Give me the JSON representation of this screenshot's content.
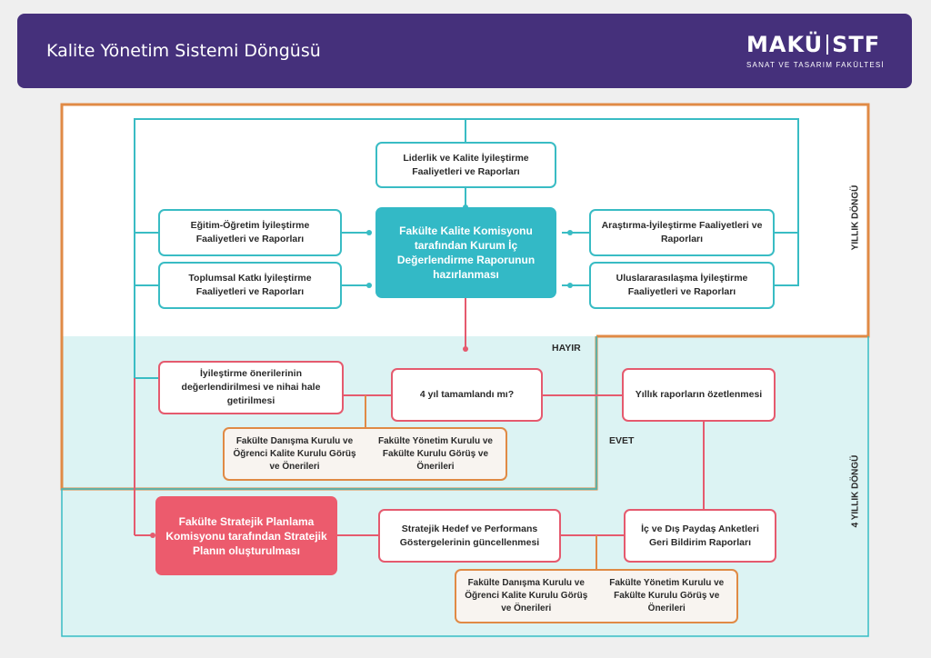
{
  "header": {
    "title": "Kalite Yönetim Sistemi Döngüsü",
    "logo_main_left": "MAKÜ",
    "logo_main_right": "STF",
    "logo_sub": "SANAT VE TASARIM FAKÜLTESİ"
  },
  "diagram": {
    "liderlik": "Liderlik ve Kalite İyileştirme Faaliyetleri ve Raporları",
    "egitim": "Eğitim-Öğretim İyileştirme Faaliyetleri ve Raporları",
    "toplumsal": "Toplumsal Katkı İyileştirme Faaliyetleri ve Raporları",
    "komisyon": "Fakülte Kalite Komisyonu tarafından Kurum İç Değerlendirme Raporunun hazırlanması",
    "arastirma": "Araştırma-İyileştirme Faaliyetleri ve Raporları",
    "uluslar": "Uluslararasılaşma İyileştirme Faaliyetleri ve Raporları",
    "iyilestirme": "İyileştirme önerilerinin değerlendirilmesi ve nihai hale getirilmesi",
    "dortyil": "4 yıl tamamlandı mı?",
    "yillik_rapor": "Yıllık raporların özetlenmesi",
    "danisma_1": "Fakülte Danışma Kurulu ve Öğrenci Kalite Kurulu Görüş ve Önerileri",
    "yonetim_1": "Fakülte Yönetim Kurulu ve Fakülte Kurulu Görüş ve Önerileri",
    "stratejik_plan": "Fakülte Stratejik Planlama Komisyonu tarafından Stratejik Planın oluşturulması",
    "hedef": "Stratejik Hedef ve Performans Göstergelerinin güncellenmesi",
    "paydas": "İç ve Dış Paydaş Anketleri Geri Bildirim Raporları",
    "danisma_2": "Fakülte Danışma Kurulu ve Öğrenci Kalite Kurulu Görüş ve Önerileri",
    "yonetim_2": "Fakülte Yönetim Kurulu ve Fakülte Kurulu Görüş ve Önerileri",
    "hayir": "HAYIR",
    "evet": "EVET",
    "yillik_dongu": "YILLIK DÖNGÜ",
    "dort_yillik_dongu": "4 YILLIK DÖNGÜ"
  },
  "colors": {
    "header_bg": "#45307b",
    "teal": "#39bcc4",
    "red": "#e55a6e",
    "orange": "#e08a45",
    "teal_region": "#dcf3f3"
  }
}
